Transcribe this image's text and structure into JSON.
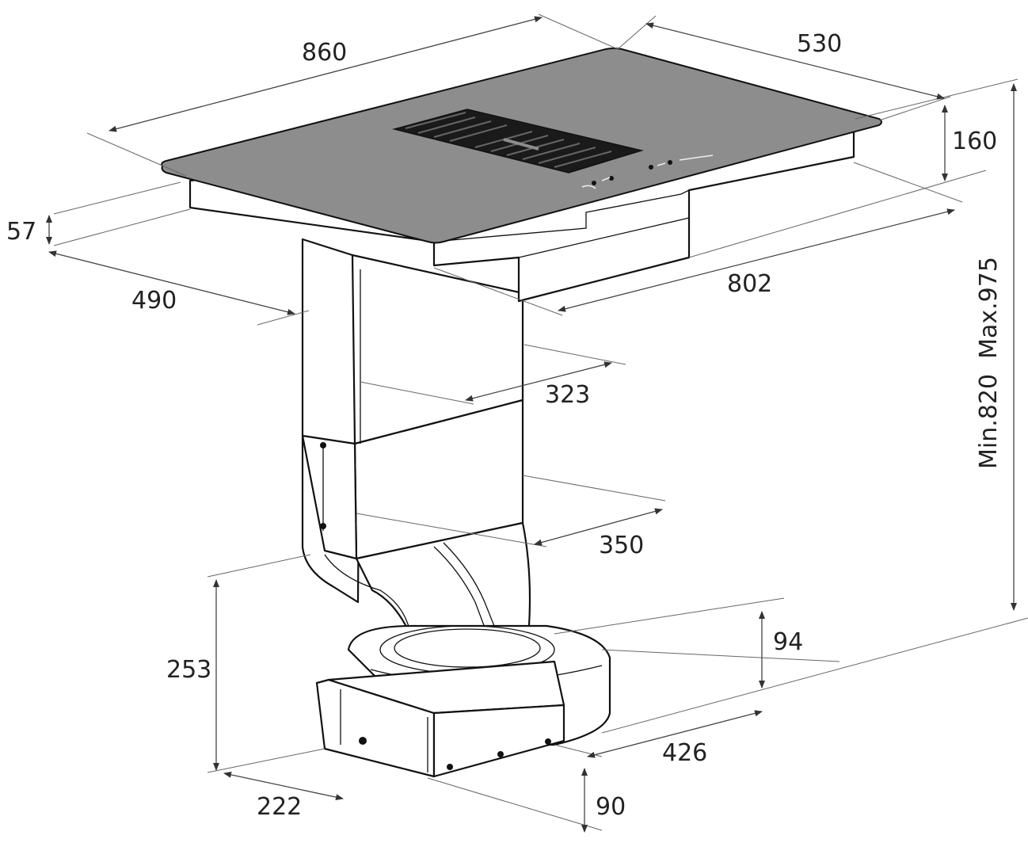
{
  "diagram": {
    "dimensions": {
      "width": "860",
      "depth": "530",
      "housing_height": "160",
      "glass_thickness": "57",
      "cutout_depth": "490",
      "cutout_width": "802",
      "duct_width": "323",
      "duct_lower_width": "350",
      "total_height": "Min.820  Max.975",
      "motor_height": "94",
      "motor_depth": "426",
      "outlet_height": "253",
      "outlet_width": "222",
      "outlet_thickness": "90"
    }
  }
}
